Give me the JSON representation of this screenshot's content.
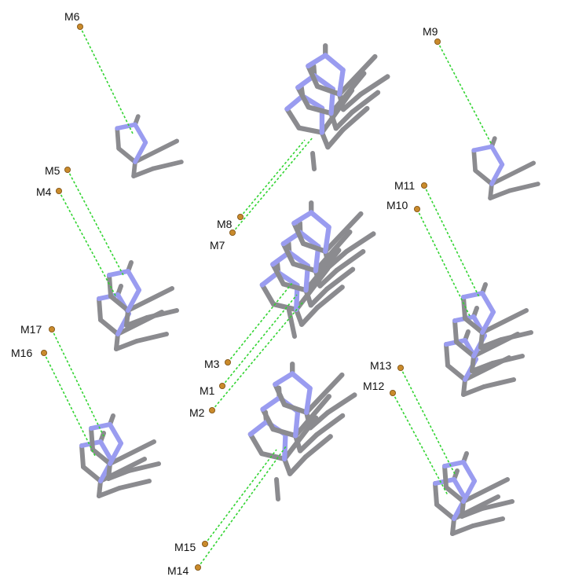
{
  "colors": {
    "carbon": "#8b8b8f",
    "carbon_dark": "#5f5f63",
    "nitrogen": "#9a9cf0",
    "contact": "#33d433",
    "atom": "#c98a2c",
    "atom_edge": "#7a4f12"
  },
  "labels": {
    "m1": "M1",
    "m2": "M2",
    "m3": "M3",
    "m4": "M4",
    "m5": "M5",
    "m6": "M6",
    "m7": "M7",
    "m8": "M8",
    "m9": "M9",
    "m10": "M10",
    "m11": "M11",
    "m12": "M12",
    "m13": "M13",
    "m14": "M14",
    "m15": "M15",
    "m16": "M16",
    "m17": "M17"
  }
}
